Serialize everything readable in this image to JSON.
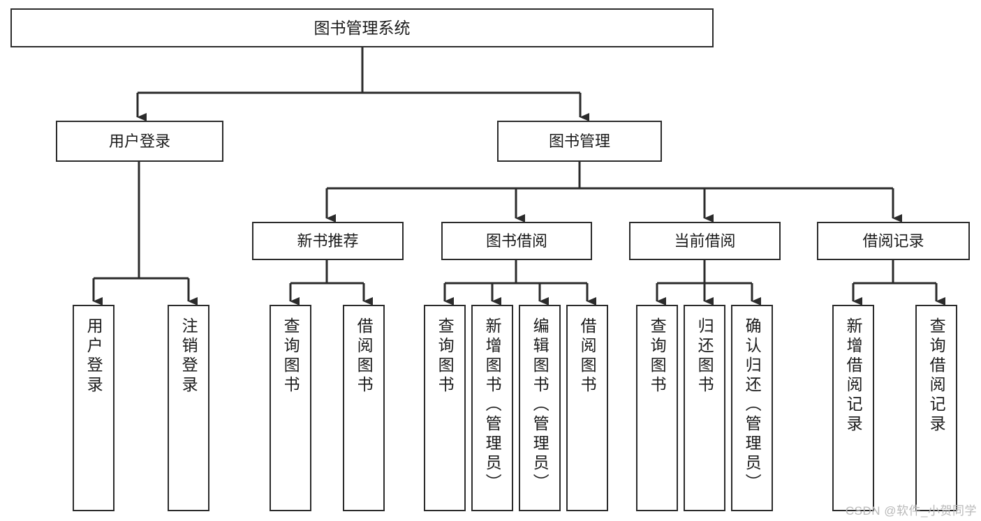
{
  "diagram": {
    "title": "图书管理系统",
    "type": "tree-hierarchy-functional-structure",
    "colors": {
      "box_border": "#2b2b2b",
      "box_fill": "#ffffff",
      "connector": "#2b2b2b",
      "text": "#1a1a1a",
      "watermark": "#b9b9b9",
      "background": "#ffffff"
    },
    "root": {
      "label": "图书管理系统"
    },
    "level1": [
      {
        "id": "user-login",
        "label": "用户登录"
      },
      {
        "id": "book-manage",
        "label": "图书管理"
      }
    ],
    "level2": [
      {
        "id": "new-book-recommend",
        "label": "新书推荐"
      },
      {
        "id": "book-borrow",
        "label": "图书借阅"
      },
      {
        "id": "current-borrow",
        "label": "当前借阅"
      },
      {
        "id": "borrow-record",
        "label": "借阅记录"
      }
    ],
    "leaves": {
      "user_login": [
        {
          "id": "leaf-user-login",
          "label": "用户登录"
        },
        {
          "id": "leaf-logout-login",
          "label": "注销登录"
        }
      ],
      "new_book_recommend": [
        {
          "id": "leaf-query-book-1",
          "label": "查询图书"
        },
        {
          "id": "leaf-borrow-book-1",
          "label": "借阅图书"
        }
      ],
      "book_borrow": [
        {
          "id": "leaf-query-book-2",
          "label": "查询图书"
        },
        {
          "id": "leaf-add-book",
          "label": "新增图书（管理员）"
        },
        {
          "id": "leaf-edit-book",
          "label": "编辑图书（管理员）"
        },
        {
          "id": "leaf-borrow-book-2",
          "label": "借阅图书"
        }
      ],
      "current_borrow": [
        {
          "id": "leaf-query-book-3",
          "label": "查询图书"
        },
        {
          "id": "leaf-return-book",
          "label": "归还图书"
        },
        {
          "id": "leaf-confirm-return",
          "label": "确认归还（管理员）"
        }
      ],
      "borrow_record": [
        {
          "id": "leaf-add-record",
          "label": "新增借阅记录"
        },
        {
          "id": "leaf-query-record",
          "label": "查询借阅记录"
        }
      ]
    },
    "watermark": "CSDN @软件_小贺同学"
  }
}
